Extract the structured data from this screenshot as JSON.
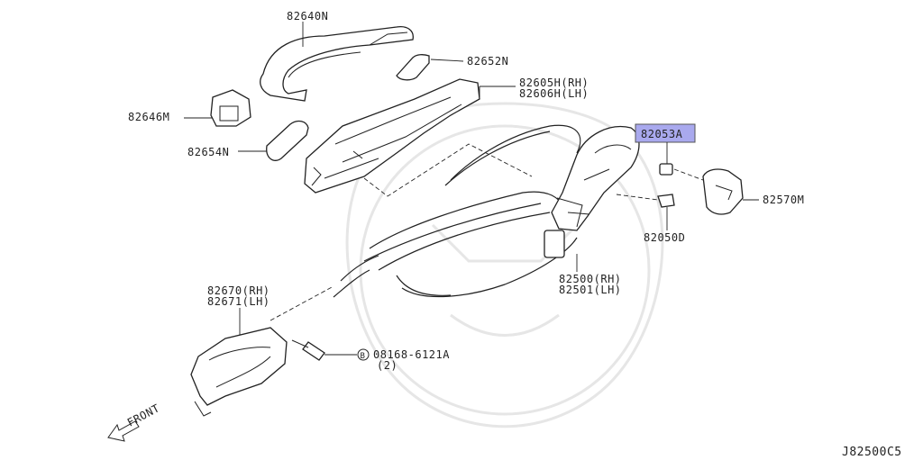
{
  "figure_code": "J82500C5",
  "highlight_color": "#a9a9ee",
  "labels": {
    "p82640N": "82640N",
    "p82652N": "82652N",
    "p82605H": "82605H(RH)",
    "p82606H": "82606H(LH)",
    "p82646M": "82646M",
    "p82654N": "82654N",
    "p82053A": "82053A",
    "p82570M": "82570M",
    "p82050D": "82050D",
    "p82500": "82500(RH)",
    "p82501": "82501(LH)",
    "p82670": "82670(RH)",
    "p82671": "82671(LH)",
    "bolt_circle": "B",
    "bolt_part": "08168-6121A",
    "bolt_qty": "(2)",
    "front": "FRONT"
  }
}
